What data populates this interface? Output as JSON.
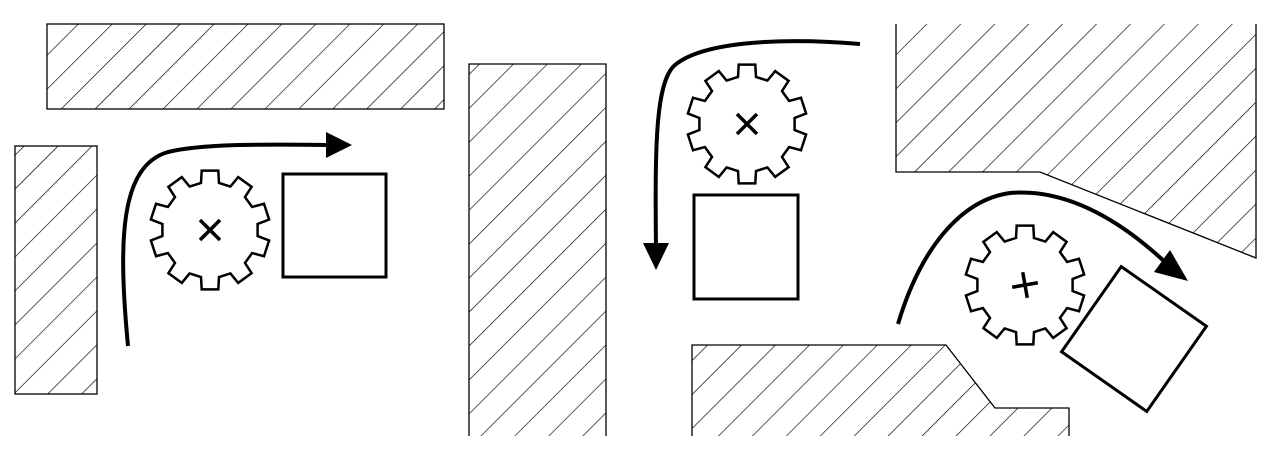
{
  "colors": {
    "stroke": "#000000",
    "background": "#ffffff",
    "hatch": "#000000"
  },
  "icons": {
    "gear": "gear-icon",
    "center_mark": "x-mark-icon",
    "flow_arrow": "curved-arrow-icon"
  },
  "panels": [
    {
      "id": "panel-1",
      "walls": 2,
      "gears": 1,
      "boxes": 1,
      "arrows": 1
    },
    {
      "id": "panel-2",
      "walls": 1,
      "gears": 1,
      "boxes": 1,
      "arrows": 1
    },
    {
      "id": "panel-3",
      "walls": 2,
      "gears": 1,
      "boxes": 1,
      "arrows": 1
    }
  ]
}
